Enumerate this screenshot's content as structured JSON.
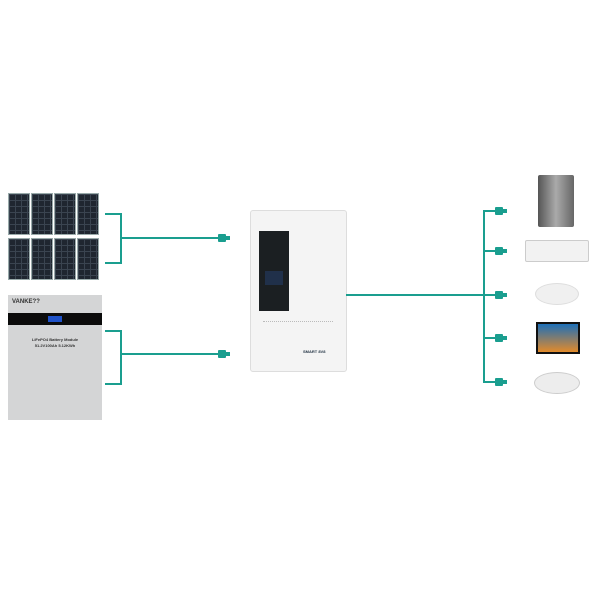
{
  "battery": {
    "brand": "VANKE??",
    "label1": "LiFePO4 Battery Module",
    "label2": "51.2V100Ah 5.12KWh"
  },
  "inverter": {
    "brand": "SMART 8V8"
  },
  "colors": {
    "connector": "#1a9e8f"
  },
  "loads": [
    "refrigerator",
    "air-conditioner",
    "ceiling-light",
    "television",
    "smoke-detector-light"
  ]
}
